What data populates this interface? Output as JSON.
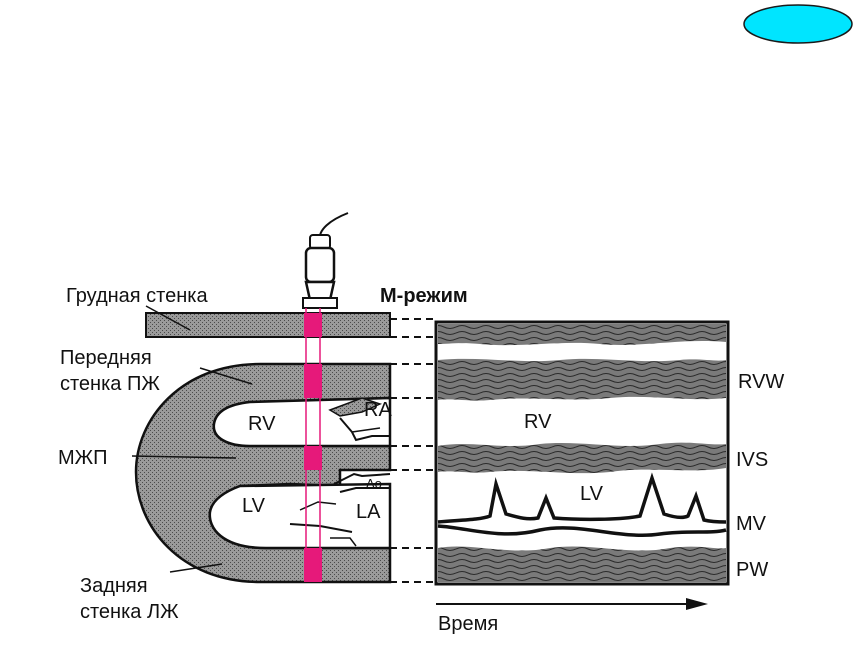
{
  "colors": {
    "tissue": "#8c8c8c",
    "tissue_dark": "#5a5a5a",
    "beam": "#e6197a",
    "badge": "#00e5ff",
    "ink": "#111111"
  },
  "labels": {
    "chest_wall": "Грудная стенка",
    "anterior_rv_wall_line1": "Передняя",
    "anterior_rv_wall_line2": "стенка ПЖ",
    "septum": "МЖП",
    "posterior_lv_wall_line1": "Задняя",
    "posterior_lv_wall_line2": "стенка ЛЖ",
    "mode": "М-режим",
    "time": "Время"
  },
  "heart_labels": {
    "rv": "RV",
    "ra": "RA",
    "lv": "LV",
    "ao": "Ao",
    "la": "LA"
  },
  "mmode_labels": {
    "rv": "RV",
    "lv": "LV",
    "rvw": "RVW",
    "ivs": "IVS",
    "mv": "MV",
    "pw": "PW"
  },
  "icons": [
    "ultrasound-probe-icon",
    "time-arrow-icon",
    "badge-oval-icon"
  ]
}
